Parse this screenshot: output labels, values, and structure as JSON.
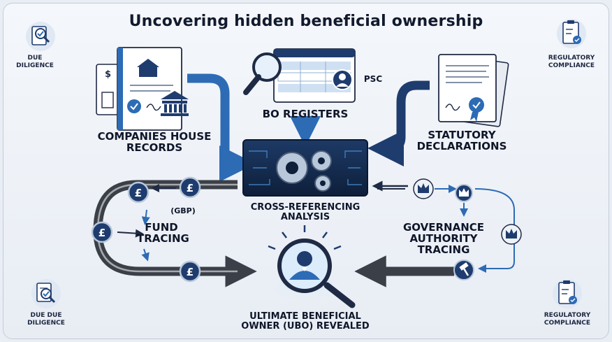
{
  "title": "Uncovering hidden beneficial ownership",
  "corners": {
    "top_left": "DUE DILIGENCE",
    "top_right": "REGULATORY COMPLIANCE",
    "bottom_left": "DUE DUE DILIGENCE",
    "bottom_right": "REGULATORY COMPLIANCE"
  },
  "sources": {
    "companies_house": "COMPANIES HOUSE RECORDS",
    "bo_registers": "BO REGISTERS",
    "psc": "PSC",
    "statutory": "STATUTORY DECLARATIONS"
  },
  "center": {
    "label": "CROSS-REFERENCING ANALYSIS"
  },
  "fund": {
    "label": "FUND TRACING",
    "currency": "(GBP)",
    "coin_symbol": "£"
  },
  "governance": {
    "label": "GOVERNANCE AUTHORITY TRACING"
  },
  "result": {
    "label": "ULTIMATE BENEFICIAL OWNER (UBO) REVEALED"
  },
  "colors": {
    "navy": "#1f3c6e",
    "blue": "#2d6bb5",
    "dark": "#3a3f48",
    "bg": "#eef2f7"
  }
}
